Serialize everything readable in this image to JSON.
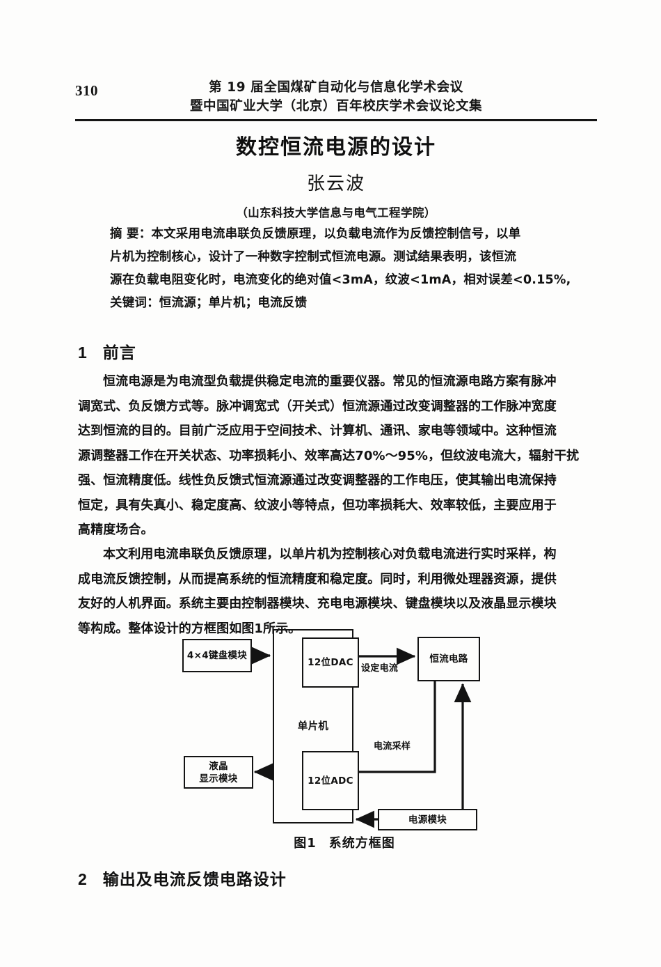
{
  "page": {
    "folio": "310",
    "running_head": [
      "第 19 届全国煤矿自动化与信息化学术会议",
      "暨中国矿业大学（北京）百年校庆学术会议论文集"
    ]
  },
  "title": "数控恒流电源的设计",
  "author": "张云波",
  "affiliation": "（山东科技大学信息与电气工程学院）",
  "abstract": {
    "lines": [
      "摘 要：本文采用电流串联负反馈原理，以负载电流作为反馈控制信号，以单",
      "片机为控制核心，设计了一种数字控制式恒流电源。测试结果表明，该恒流",
      "源在负载电阻变化时，电流变化的绝对值<3mA，纹波<1mA，相对误差<0.15%,",
      "关键词：恒流源；单片机；电流反馈"
    ]
  },
  "sections": [
    {
      "number": "1",
      "title": "前言"
    },
    {
      "number": "2",
      "title": "输出及电流反馈电路设计"
    }
  ],
  "paragraphs": [
    {
      "lines": [
        "恒流电源是为电流型负载提供稳定电流的重要仪器。常见的恒流源电路方案有脉冲",
        "调宽式、负反馈方式等。脉冲调宽式（开关式）恒流源通过改变调整器的工作脉冲宽度",
        "达到恒流的目的。目前广泛应用于空间技术、计算机、通讯、家电等领域中。这种恒流",
        "源调整器工作在开关状态、功率损耗小、效率高达70%～95%，但纹波电流大，辐射干扰",
        "强、恒流精度低。线性负反馈式恒流源通过改变调整器的工作电压，使其输出电流保持",
        "恒定，具有失真小、稳定度高、纹波小等特点，但功率损耗大、效率较低，主要应用于",
        "高精度场合。"
      ]
    },
    {
      "lines": [
        "本文利用电流串联负反馈原理，以单片机为控制核心对负载电流进行实时采样，构",
        "成电流反馈控制，从而提高系统的恒流精度和稳定度。同时，利用微处理器资源，提供",
        "友好的人机界面。系统主要由控制器模块、充电电源模块、键盘模块以及液晶显示模块",
        "等构成。整体设计的方框图如图1所示。"
      ]
    }
  ],
  "figure": {
    "caption_number": "图1",
    "caption_text": "系统方框图",
    "blocks": {
      "keypad": "4×4键盘模块",
      "lcd": "液晶\n显示模块",
      "mcu": "单片机",
      "dac": "12位DAC",
      "adc": "12位ADC",
      "constant_current": "恒流电路",
      "power": "电源模块"
    },
    "edge_labels": {
      "set_current": "设定电流",
      "current_sampling": "电流采样"
    }
  },
  "colors": {
    "ink": "#131313",
    "paper": "#fdfdfc"
  }
}
